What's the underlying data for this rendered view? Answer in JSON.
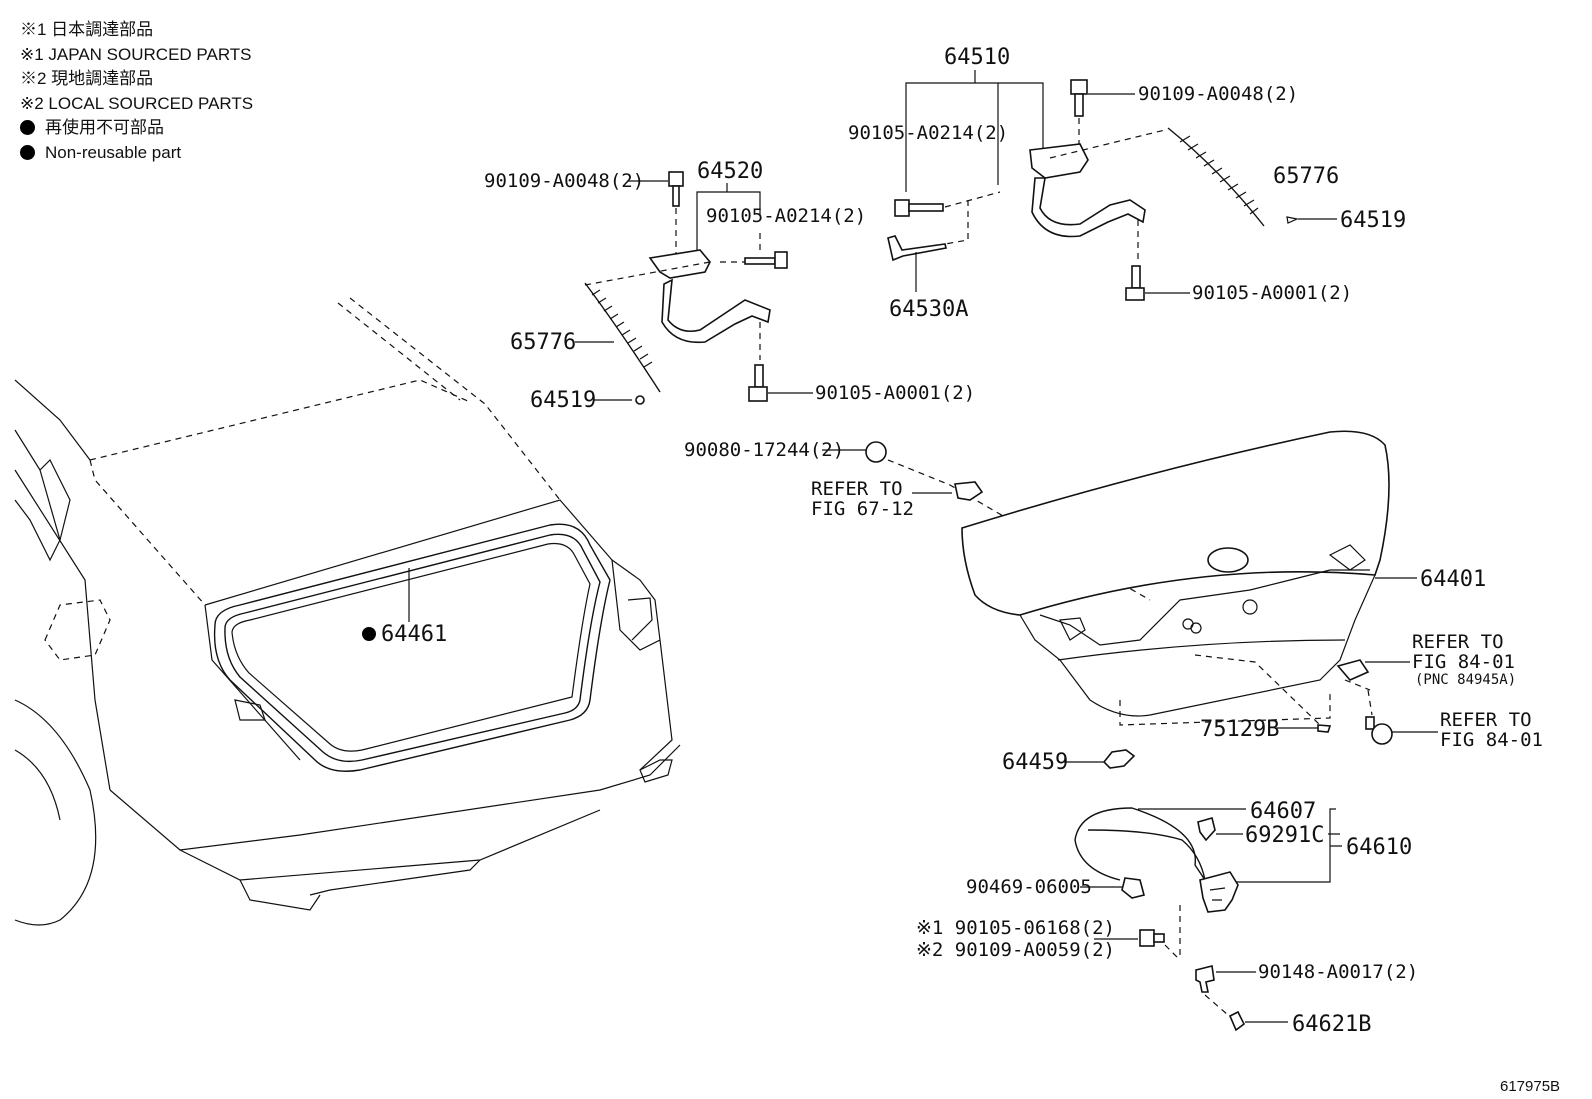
{
  "legend": {
    "note1_jp": "※1 日本調達部品",
    "note1_en": "※1 JAPAN SOURCED PARTS",
    "note2_jp": "※2 現地調達部品",
    "note2_en": "※2 LOCAL SOURCED PARTS",
    "nonreuse_jp": "再使用不可部品",
    "nonreuse_en": "Non-reusable part"
  },
  "labels": {
    "p64510": "64510",
    "p64520": "64520",
    "b90109_top": "90109-A0048(2)",
    "b90109_left": "90109-A0048(2)",
    "b90105_a0214_top": "90105-A0214(2)",
    "b90105_a0214_left": "90105-A0214(2)",
    "p65776_right": "65776",
    "p65776_left": "65776",
    "p64519_right": "64519",
    "p64519_left": "64519",
    "b90105_a0001_right": "90105-A0001(2)",
    "b90105_a0001_left": "90105-A0001(2)",
    "p64530a": "64530A",
    "p90080": "90080-17244(2)",
    "refer_67_1": "REFER TO",
    "refer_67_2": "FIG 67-12",
    "p64461": "64461",
    "p64401": "64401",
    "refer_84a_1": "REFER TO",
    "refer_84a_2": "FIG 84-01",
    "refer_84a_3": "(PNC 84945A)",
    "refer_84b_1": "REFER TO",
    "refer_84b_2": "FIG 84-01",
    "p75129b": "75129B",
    "p64459": "64459",
    "p64607": "64607",
    "p69291c": "69291C",
    "p64610": "64610",
    "p90469": "90469-06005",
    "p90105_06168": "※1 90105-06168(2)",
    "p90109_a0059": "※2 90109-A0059(2)",
    "p90148": "90148-A0017(2)",
    "p64621b": "64621B",
    "figure_id": "617975B"
  }
}
